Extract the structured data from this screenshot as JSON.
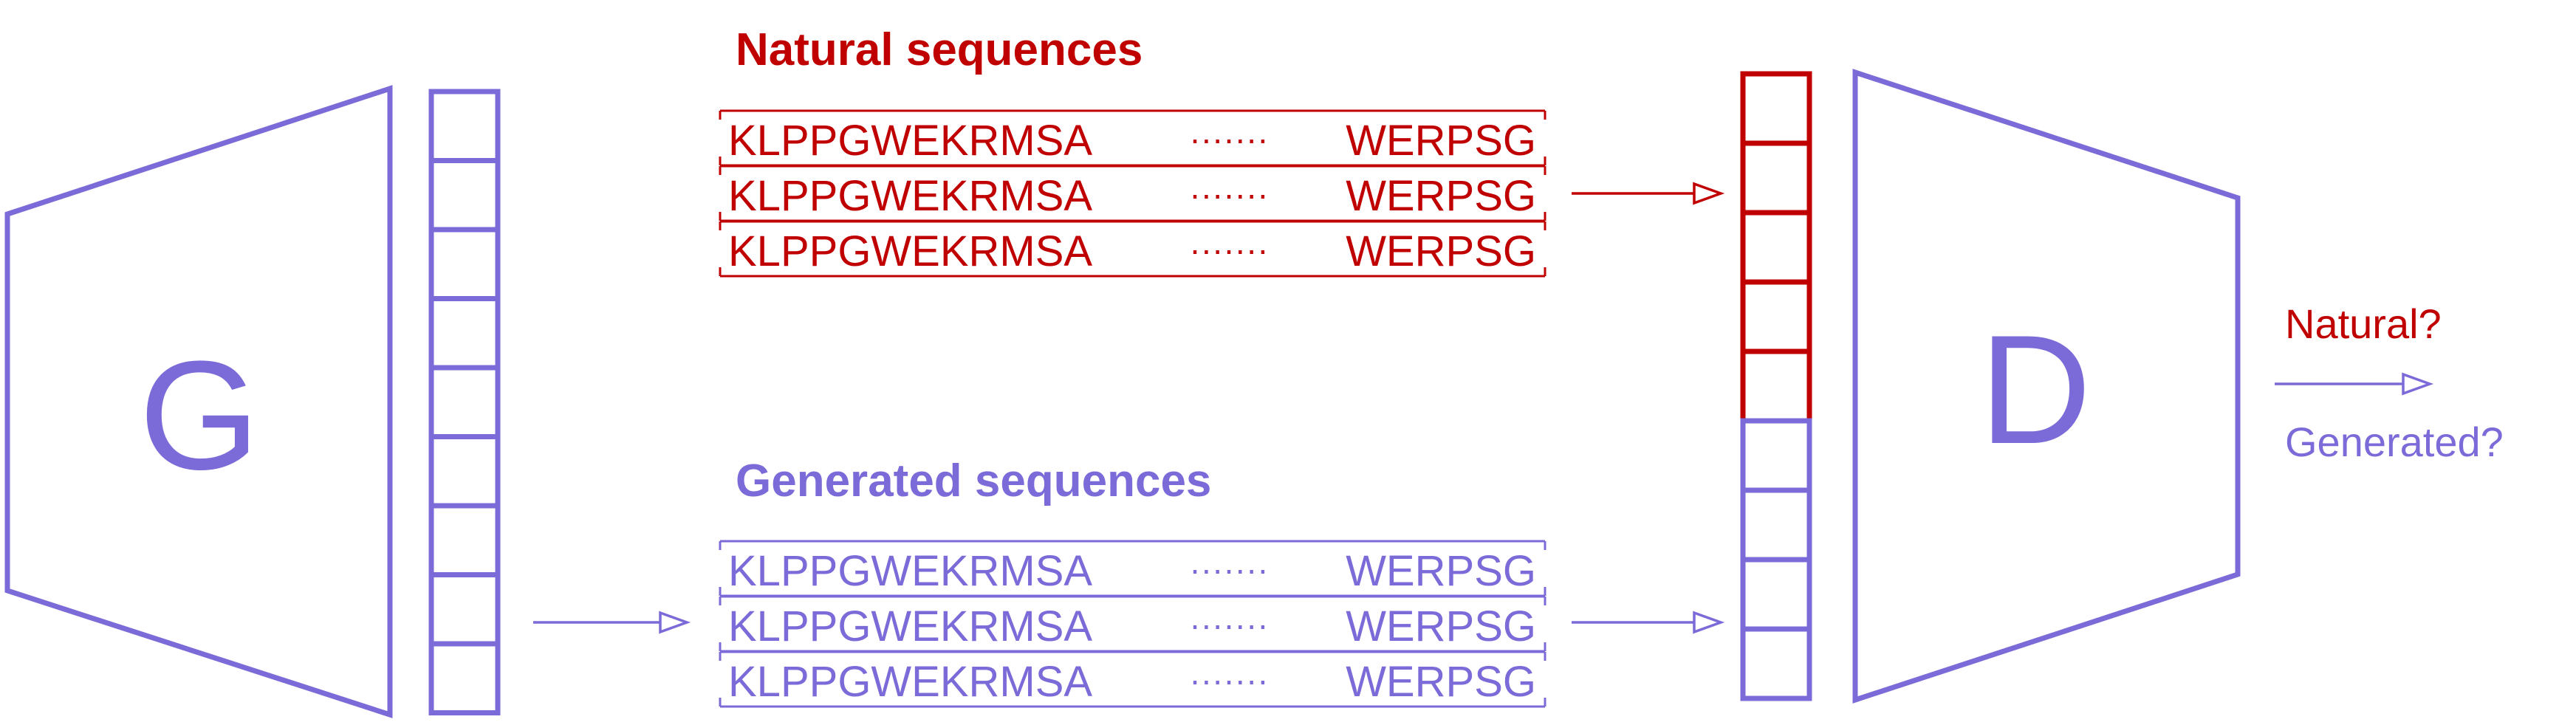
{
  "colors": {
    "natural": "#c00000",
    "generated": "#7b6bd8",
    "background": "#ffffff"
  },
  "generator": {
    "label": "G"
  },
  "discriminator": {
    "label": "D",
    "outputs": {
      "natural": "Natural?",
      "generated": "Generated?"
    }
  },
  "natural_block": {
    "title": "Natural sequences",
    "sequences": [
      {
        "start": "KLPPGWEKRMSA",
        "ellipsis": "·······",
        "end": "WERPSG"
      },
      {
        "start": "KLPPGWEKRMSA",
        "ellipsis": "·······",
        "end": "WERPSG"
      },
      {
        "start": "KLPPGWEKRMSA",
        "ellipsis": "·······",
        "end": "WERPSG"
      }
    ]
  },
  "generated_block": {
    "title": "Generated sequences",
    "sequences": [
      {
        "start": "KLPPGWEKRMSA",
        "ellipsis": "·······",
        "end": "WERPSG"
      },
      {
        "start": "KLPPGWEKRMSA",
        "ellipsis": "·······",
        "end": "WERPSG"
      },
      {
        "start": "KLPPGWEKRMSA",
        "ellipsis": "·······",
        "end": "WERPSG"
      }
    ]
  }
}
